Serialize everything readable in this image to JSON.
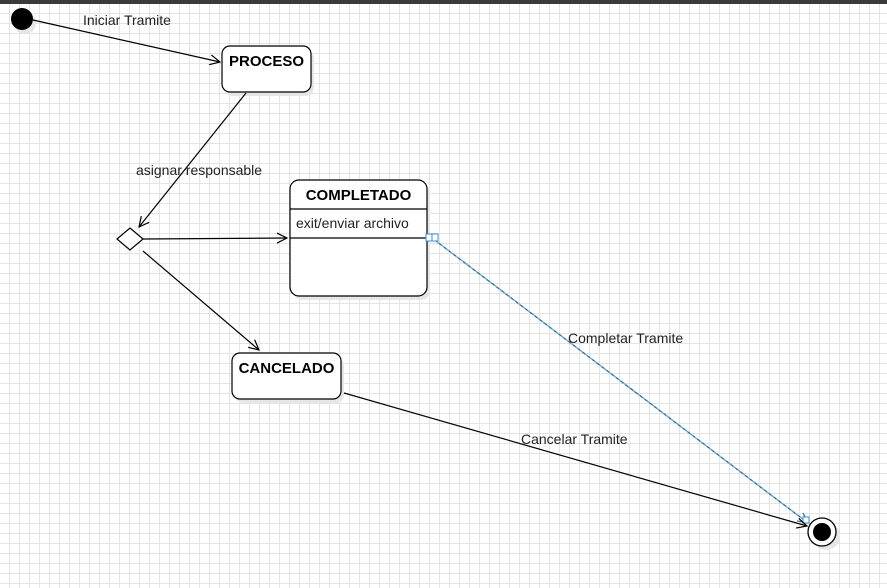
{
  "states": {
    "proceso": "PROCESO",
    "completado": "COMPLETADO",
    "completado_activity": "exit/enviar archivo",
    "cancelado": "CANCELADO"
  },
  "transitions": {
    "iniciar": "Iniciar Tramite",
    "asignar": "asignar responsable",
    "completar": "Completar Tramite",
    "cancelar": "Cancelar Tramite"
  },
  "colors": {
    "selected_edge": "#2e6b8a",
    "selection_handle": "#3a8fd0"
  }
}
